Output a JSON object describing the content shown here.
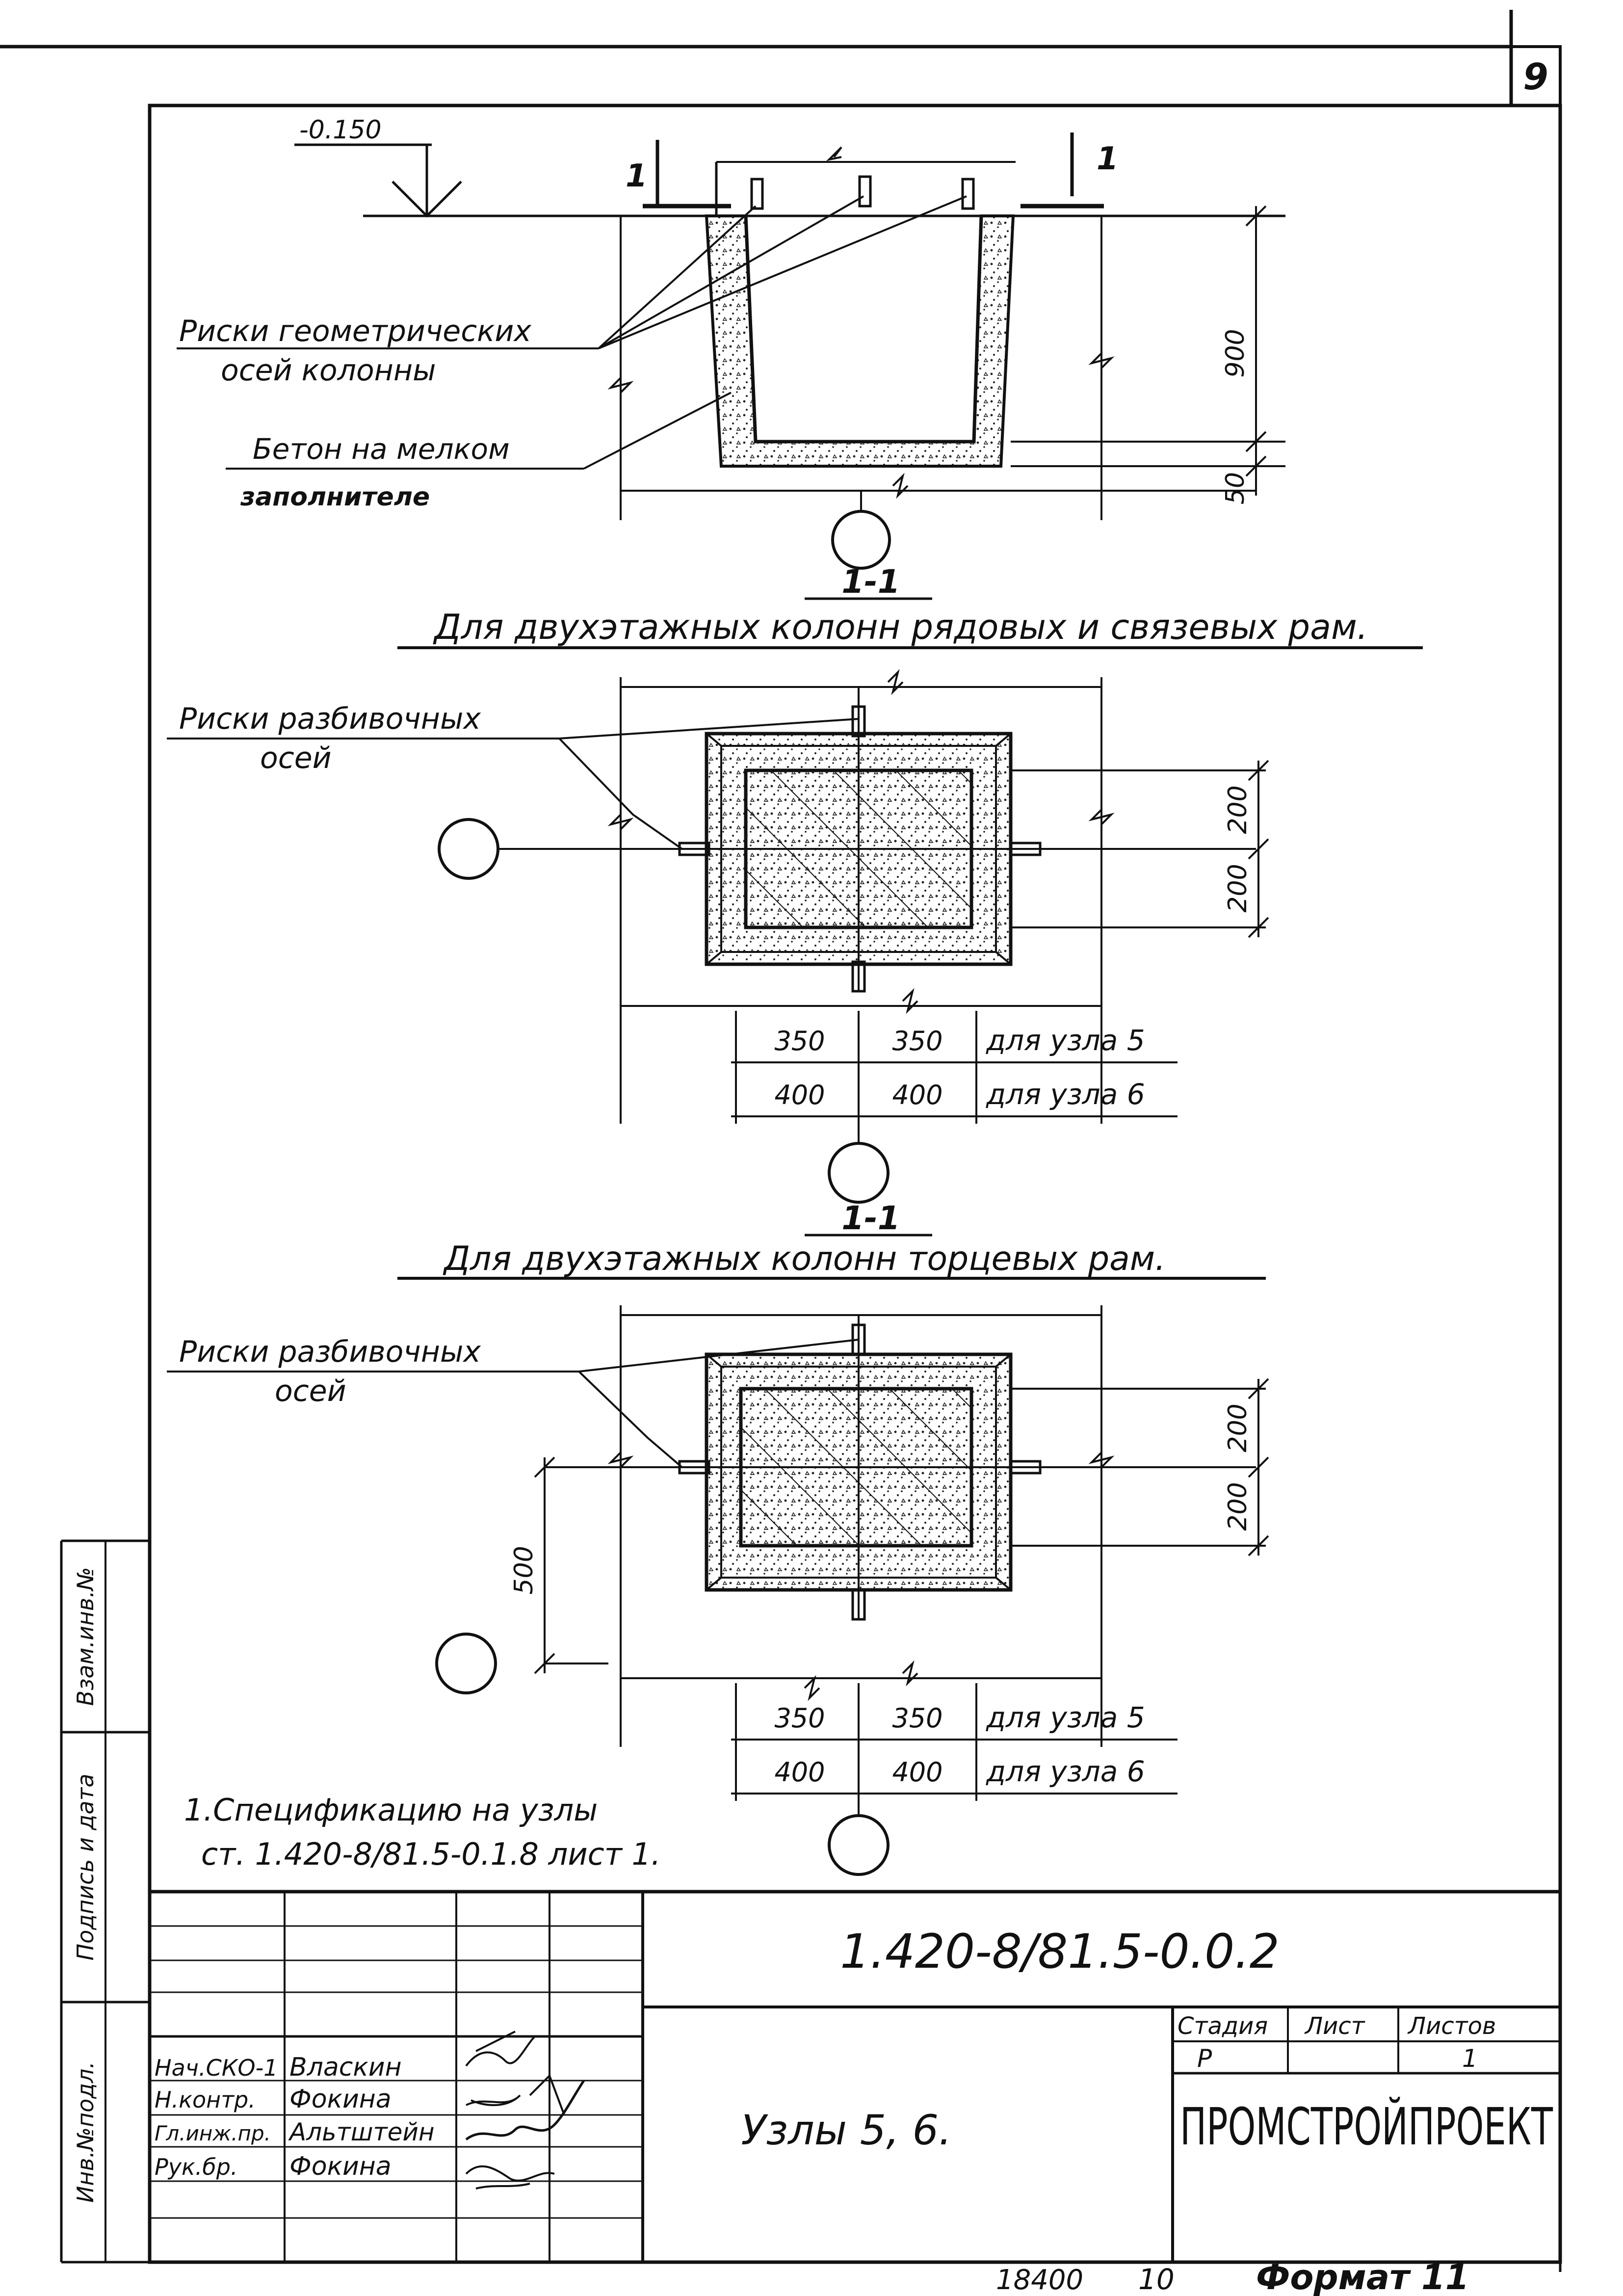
{
  "page_number": "9",
  "elevation_mark": "-0.150",
  "section": {
    "mark_left": "1",
    "mark_right": "1",
    "label_geom_axes_line1": "Риски геометрических",
    "label_geom_axes_line2": "осей колонны",
    "label_concrete_line1": "Бетон на мелком",
    "label_concrete_line2": "заполнителе",
    "dim_depth": "900",
    "dim_base": "50"
  },
  "plan1": {
    "section_tag": "1-1",
    "title": "Для двухэтажных колонн рядовых и связевых рам.",
    "label_axes_line1": "Риски разбивочных",
    "label_axes_line2": "осей",
    "dim_v_top": "200",
    "dim_v_bottom": "200",
    "row1": {
      "left": "350",
      "right": "350",
      "note": "для узла 5"
    },
    "row2": {
      "left": "400",
      "right": "400",
      "note": "для узла 6"
    }
  },
  "plan2": {
    "section_tag": "1-1",
    "title": "Для двухэтажных колонн торцевых рам.",
    "label_axes_line1": "Риски разбивочных",
    "label_axes_line2": "осей",
    "dim_v_top": "200",
    "dim_v_bottom": "200",
    "dim_offset": "500",
    "row1": {
      "left": "350",
      "right": "350",
      "note": "для узла 5"
    },
    "row2": {
      "left": "400",
      "right": "400",
      "note": "для узла 6"
    }
  },
  "notes": {
    "line1": "1.Спецификацию на узлы",
    "line2": "ст. 1.420-8/81.5-0.1.8 лист 1."
  },
  "side_stamp": {
    "cell_top": "Взам.инв.№",
    "cell_mid": "Подпись и дата",
    "cell_bottom": "Инв.№подл."
  },
  "title_block": {
    "designation": "1.420-8/81.5-0.0.2",
    "sheet_title": "Узлы 5, 6.",
    "head_stage": "Стадия",
    "head_sheet": "Лист",
    "head_sheets": "Листов",
    "stage": "Р",
    "sheets": "1",
    "organization": "ПРОМСТРОЙПРОЕКТ",
    "people": [
      {
        "role": "Нач.СКО-1",
        "name": "Власкин"
      },
      {
        "role": "Н.контр.",
        "name": "Фокина"
      },
      {
        "role": "Гл.инж.пр.",
        "name": "Альтштейн"
      },
      {
        "role": "Рук.бр.",
        "name": "Фокина"
      }
    ]
  },
  "footer": {
    "number": "18400",
    "copy": "10",
    "format": "Формат 11"
  }
}
